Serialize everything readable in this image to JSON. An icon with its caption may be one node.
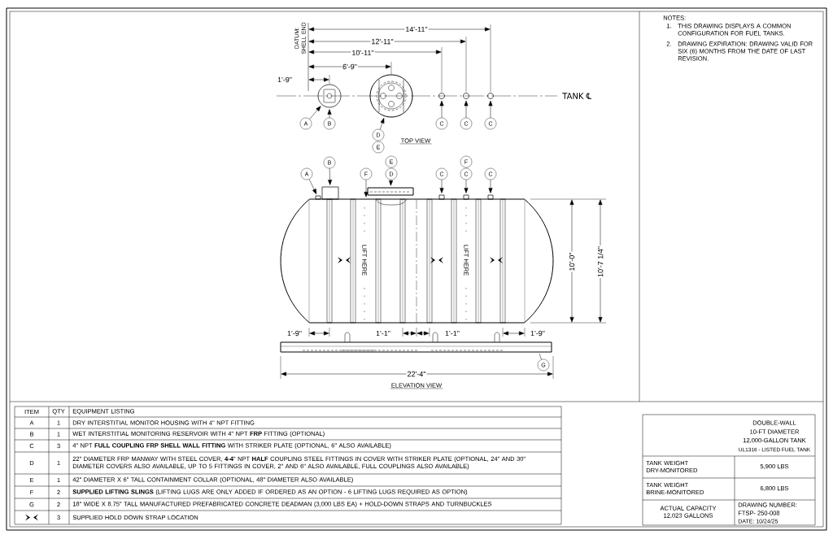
{
  "diagram": {
    "nodes": [
      {
        "text": [
          "A"
        ]
      },
      {
        "text": [
          "B"
        ]
      },
      {
        "text": [
          "D"
        ]
      },
      {
        "text": [
          "E"
        ]
      },
      {
        "text": [
          "C"
        ]
      },
      {
        "text": [
          "C"
        ]
      },
      {
        "text": [
          "C"
        ]
      },
      {
        "text": [
          "A"
        ]
      },
      {
        "text": [
          "B"
        ]
      },
      {
        "text": [
          "F"
        ]
      },
      {
        "text": [
          "E"
        ]
      },
      {
        "text": [
          "D"
        ]
      },
      {
        "text": [
          "C"
        ]
      },
      {
        "text": [
          "F"
        ]
      },
      {
        "text": [
          "C"
        ]
      },
      {
        "text": [
          "C"
        ]
      },
      {
        "text": [
          "G"
        ]
      },
      {
        "text": [],
        "shape": "circle"
      },
      {
        "text": [],
        "shape": "circle"
      },
      {
        "text": [],
        "shape": "circle"
      },
      {
        "text": [],
        "shape": "circle"
      },
      {
        "text": [],
        "shape": "circle"
      },
      {
        "text": [],
        "shape": "box"
      },
      {
        "text": [],
        "shape": "box"
      },
      {
        "text": [],
        "shape": "box"
      },
      {
        "text": [],
        "shape": "box"
      },
      {
        "text": [],
        "shape": "box"
      },
      {
        "text": [],
        "shape": "box"
      },
      {
        "text": [],
        "shape": "cylinder"
      },
      {
        "text": [],
        "shape": "bar"
      }
    ],
    "edges": [
      {
        "from": 0,
        "to": 17,
        "arrow": "to"
      },
      {
        "from": 1,
        "to": 17,
        "arrow": "to"
      },
      {
        "from": 2,
        "to": 18,
        "arrow": "to"
      },
      {
        "from": 4,
        "to": 19,
        "arrow": "to"
      },
      {
        "from": 5,
        "to": 20,
        "arrow": "to"
      },
      {
        "from": 6,
        "to": 21,
        "arrow": "to"
      },
      {
        "from": 7,
        "to": 22,
        "arrow": "to"
      },
      {
        "from": 8,
        "to": 23,
        "arrow": "to"
      },
      {
        "from": 9,
        "to": 28,
        "arrow": "to"
      },
      {
        "from": 11,
        "to": 24,
        "arrow": "to"
      },
      {
        "from": 12,
        "to": 25,
        "arrow": "to"
      },
      {
        "from": 14,
        "to": 26,
        "arrow": "to"
      },
      {
        "from": 15,
        "to": 27,
        "arrow": "to"
      },
      {
        "from": 16,
        "to": 29,
        "arrow": "none"
      }
    ],
    "labels": [
      "DATUM: SHELL END",
      "14'-11\"",
      "12'-11\"",
      "10'-11\"",
      "6'-9\"",
      "1'-9\"",
      "TANK ℄",
      "TOP VIEW",
      "LIFT HERE",
      "LIFT HERE",
      "10'-0\"",
      "10'-7 1/4\"",
      "1'-9\"",
      "1'-1\"",
      "1'-1\"",
      "1'-9\"",
      "22'-4\"",
      "ELEVATION VIEW",
      "NOTES:",
      "1.",
      "THIS DRAWING DISPLAYS A COMMON CONFIGURATION FOR FUEL TANKS.",
      "2.",
      "DRAWING EXPIRATION: DRAWING VALID FOR SIX (6) MONTHS FROM THE DATE OF LAST REVISION.",
      "ITEM",
      "QTY",
      "EQUIPMENT LISTING",
      "A",
      "1",
      "DRY INTERSTITIAL MONITOR HOUSING WITH 4\" NPT FITTING",
      "B",
      "1",
      "WET INTERSTITIAL MONITORING RESERVOIR WITH 4\" NPT **FRP** FITTING (OPTIONAL)",
      "C",
      "3",
      "4\" NPT **FULL COUPLING FRP SHELL WALL FITTING** WITH STRIKER PLATE (OPTIONAL, 6\" ALSO AVAILABLE)",
      "D",
      "1",
      "22\" DIAMETER FRP MANWAY WITH STEEL COVER, **4-4**\" NPT **HALF** COUPLING STEEL FITTINGS IN COVER WITH STRIKER PLATE (OPTIONAL, 24\" AND 30\" DIAMETER COVERS ALSO AVAILABLE, UP TO 5 FITTINGS IN COVER, 2\" AND 6\" ALSO AVAILABLE, FULL COUPLINGS ALSO AVAILABLE)",
      "E",
      "1",
      "42\" DIAMETER X 6\" TALL CONTAINMENT COLLAR (OPTIONAL, 48\" DIAMETER ALSO AVAILABLE)",
      "F",
      "2",
      "**SUPPLIED LIFTING SLINGS** (LIFTING LUGS ARE ONLY ADDED IF ORDERED AS AN OPTION - 6 LIFTING LUGS REQUIRED AS OPTION)",
      "G",
      "2",
      "18\" WIDE X 8.75\" TALL MANUFACTURED PREFABRICATED CONCRETE DEADMAN (3,000 LBS EA) + HOLD-DOWN STRAPS AND TURNBUCKLES",
      "3",
      "SUPPLIED HOLD DOWN STRAP LOCATION",
      "DOUBLE-WALL",
      "10-FT DIAMETER",
      "12,000-GALLON TANK",
      "UL1316 - LISTED FUEL TANK",
      "TANK WEIGHT DRY-MONITORED",
      "5,900 LBS",
      "TANK WEIGHT BRINE-MONITORED",
      "6,800 LBS",
      "ACTUAL CAPACITY 12,023 GALLONS",
      "DRAWING NUMBER:",
      "FTSP- 250-008",
      "DATE: 10/24/25"
    ]
  }
}
